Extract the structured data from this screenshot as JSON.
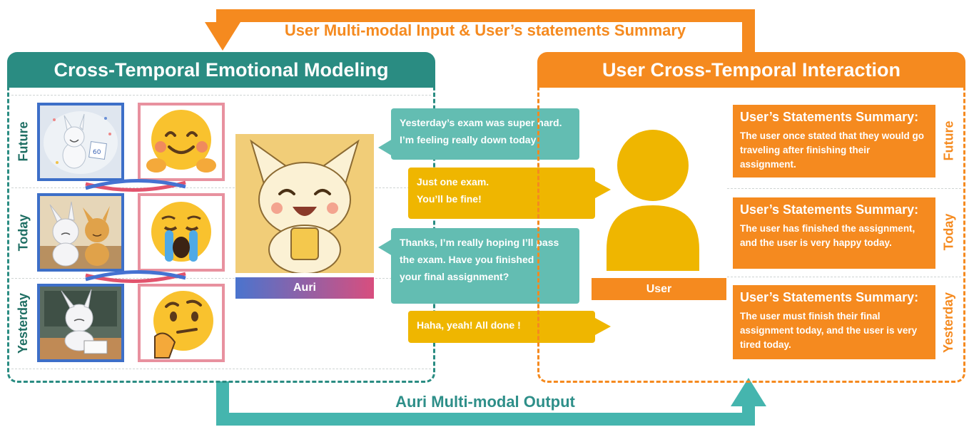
{
  "top_arrow": {
    "label": "User Multi-modal Input & User’s statements Summary",
    "color": "#F58A1F"
  },
  "bottom_arrow": {
    "label": "Auri Multi-modal Output",
    "color": "#45B5AE"
  },
  "left_panel": {
    "title": "Cross-Temporal Emotional Modeling",
    "color": "#2A8C82",
    "time_labels": [
      "Future",
      "Today",
      "Yesterday"
    ],
    "emotion_emojis": [
      "happy-hugging-emoji",
      "crying-emoji",
      "thinking-emoji"
    ],
    "scene_images": [
      "auri-celebrating-exam-score",
      "bunny-comforted-by-fox",
      "bunny-taking-exam"
    ],
    "character": {
      "name": "Auri",
      "image": "auri-fox-holding-drink"
    }
  },
  "dialogue": [
    {
      "speaker": "auri",
      "text_lines": [
        "Yesterday’s exam was super hard.",
        "I’m feeling really down today"
      ]
    },
    {
      "speaker": "user",
      "text_lines": [
        "Just one exam.",
        "You’ll be fine!"
      ]
    },
    {
      "speaker": "auri",
      "text_lines": [
        "Thanks, I’m really hoping I’ll pass",
        "the exam. Have you finished",
        "your final assignment?"
      ]
    },
    {
      "speaker": "user",
      "text_lines": [
        "Haha, yeah! All done !"
      ]
    }
  ],
  "right_panel": {
    "title": "User Cross-Temporal Interaction",
    "color": "#F58A1F",
    "user_label": "User",
    "time_labels": [
      "Future",
      "Today",
      "Yesterday"
    ],
    "summaries": [
      {
        "title": "User’s Statements Summary:",
        "text": "The user once stated that they would go traveling after finishing their assignment."
      },
      {
        "title": "User’s Statements Summary:",
        "text": "The user has finished the assignment, and the user is very happy today."
      },
      {
        "title": "User’s Statements Summary:",
        "text": "The user must finish their final assignment today, and the user is very tired today."
      }
    ]
  }
}
